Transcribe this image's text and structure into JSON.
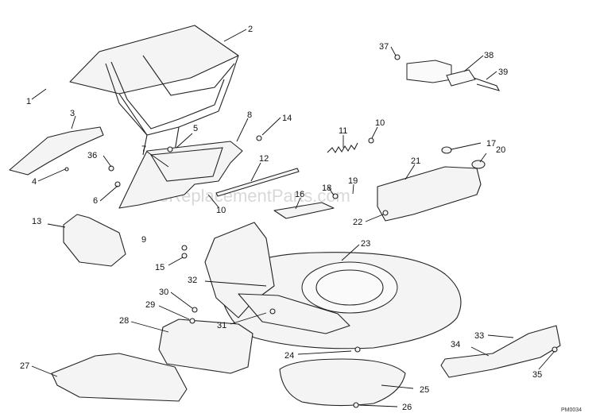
{
  "watermark": "eReplacementParts.com",
  "drawing_code": "PM0034",
  "callouts": [
    "1",
    "2",
    "3",
    "4",
    "5",
    "6",
    "7",
    "8",
    "9",
    "10",
    "10",
    "11",
    "12",
    "13",
    "14",
    "15",
    "16",
    "17",
    "18",
    "19",
    "20",
    "21",
    "22",
    "23",
    "24",
    "25",
    "26",
    "27",
    "28",
    "29",
    "30",
    "31",
    "32",
    "33",
    "34",
    "35",
    "36",
    "37",
    "38",
    "39"
  ]
}
